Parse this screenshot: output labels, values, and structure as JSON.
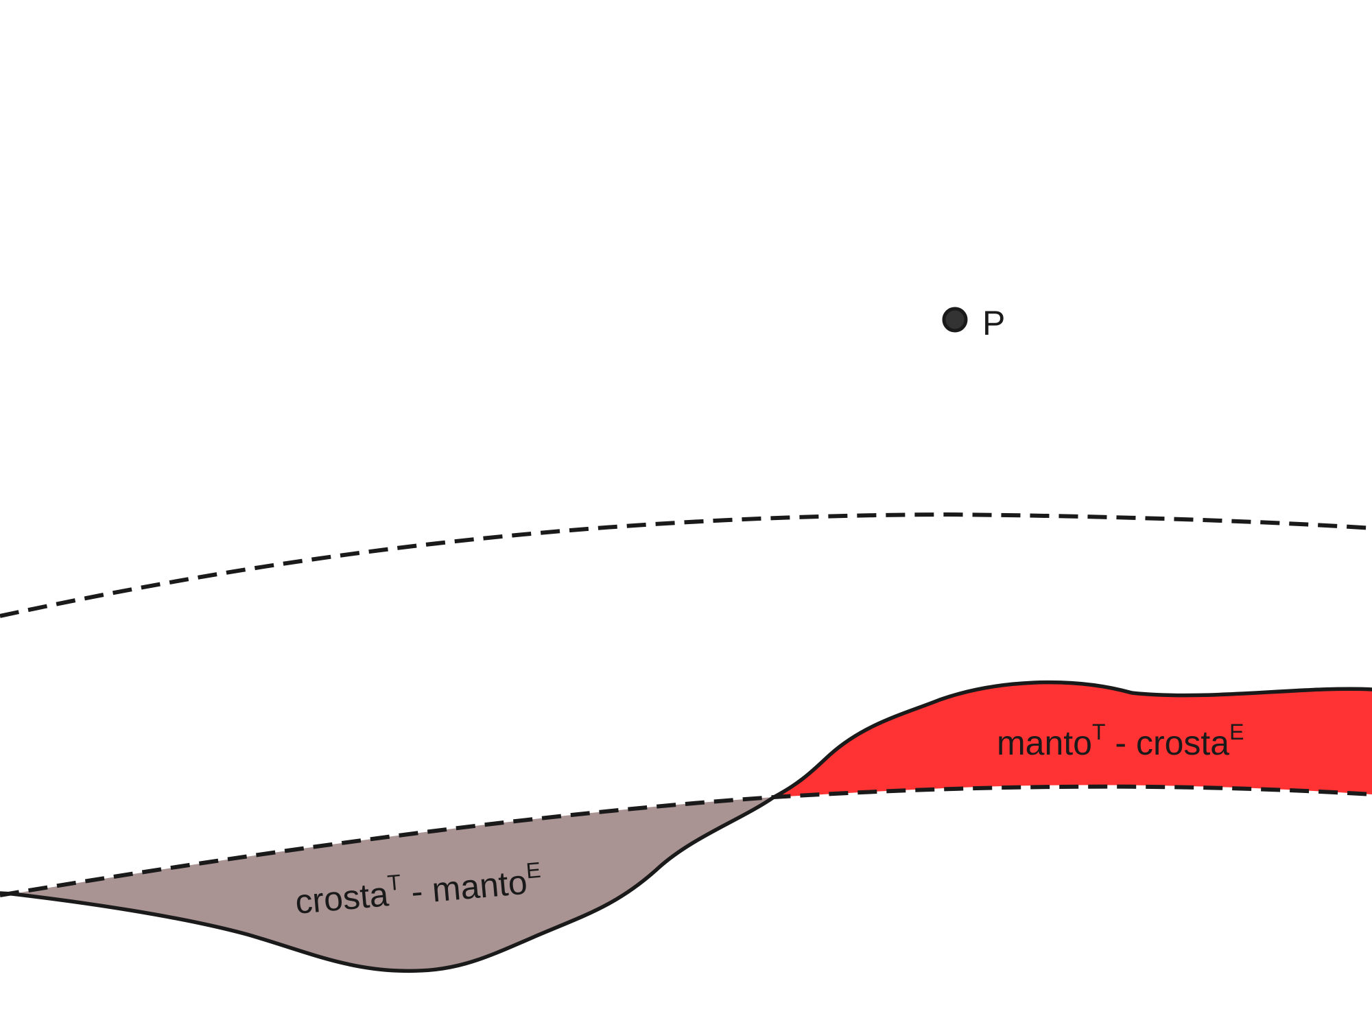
{
  "point": {
    "label": "P"
  },
  "regions": {
    "mantle_crust": {
      "main": "manto",
      "sup1": "T",
      "mid": " - crosta",
      "sup2": "E"
    },
    "crust_mantle": {
      "main": "crosta",
      "sup1": "T",
      "mid": " - manto",
      "sup2": "E"
    }
  },
  "colors": {
    "line": "#1a1a1a",
    "mantle_crust_fill": "#ff3333",
    "crust_mantle_fill": "#a99393",
    "point_fill": "#333333"
  }
}
